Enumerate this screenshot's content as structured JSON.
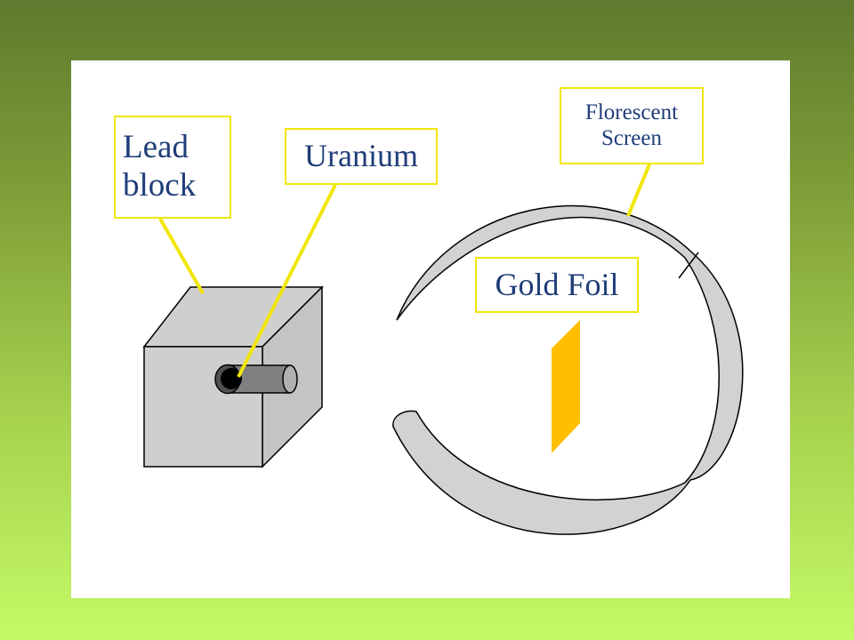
{
  "labels": {
    "lead_block": "Lead\nblock",
    "uranium": "Uranium",
    "fluorescent_screen": "Florescent\nScreen",
    "gold_foil": "Gold Foil"
  },
  "colors": {
    "background_top": "#5e7a2e",
    "background_bottom": "#c4fa66",
    "panel": "#ffffff",
    "label_border": "#f2e60a",
    "label_text": "#1f3d78",
    "leader_line": "#f2e60a",
    "block_fill": "#cfcfcf",
    "screen_fill": "#d2d2d2",
    "foil_fill": "#ffbf00"
  }
}
